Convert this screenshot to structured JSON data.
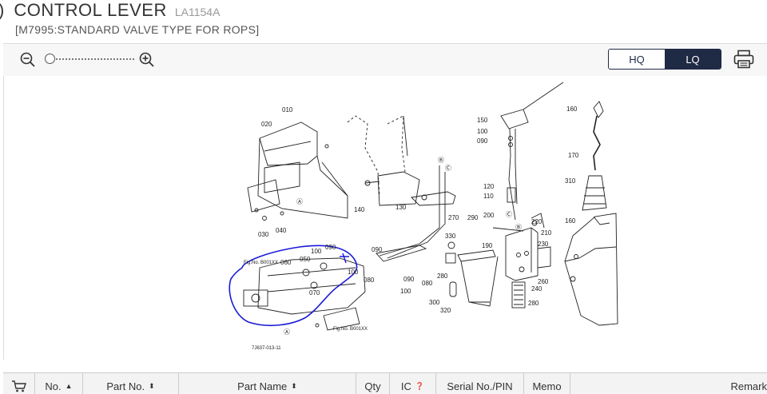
{
  "header": {
    "paren": ")",
    "title": "CONTROL LEVER",
    "code": "LA1154A",
    "subtitle": "[M7995:STANDARD VALVE TYPE FOR ROPS]"
  },
  "toolbar": {
    "zoom_out_icon": "zoom-out-icon",
    "zoom_in_icon": "zoom-in-icon",
    "zoom_level": 0,
    "quality_hq": "HQ",
    "quality_lq": "LQ",
    "selected_quality": "LQ",
    "print_icon": "printer-icon"
  },
  "diagram": {
    "labels": [
      "010",
      "020",
      "030",
      "040",
      "140",
      "130",
      "050",
      "060",
      "070",
      "080",
      "090",
      "090",
      "100",
      "100",
      "090",
      "080",
      "100",
      "300",
      "320",
      "330",
      "280",
      "290",
      "270",
      "190",
      "200",
      "120",
      "110",
      "150",
      "100",
      "090",
      "220",
      "210",
      "230",
      "260",
      "240",
      "280",
      "160",
      "170",
      "310",
      "160"
    ],
    "ref_labels": [
      "Ⓑ",
      "Ⓒ",
      "Ⓐ",
      "Ⓐ",
      "Ⓒ",
      "Ⓑ"
    ],
    "fig_no_1": "Fig.No. B001XX",
    "fig_no_2": "Fig.No. B001XX",
    "figure_code": "7J637-013-11",
    "highlight_color": "#1a1ad6"
  },
  "table": {
    "cart_icon": "cart-icon",
    "columns": [
      {
        "key": "no",
        "label": "No.",
        "sort": "▲"
      },
      {
        "key": "part_no",
        "label": "Part No.",
        "sort": "⬍"
      },
      {
        "key": "part_name",
        "label": "Part Name",
        "sort": "⬍"
      },
      {
        "key": "qty",
        "label": "Qty",
        "sort": ""
      },
      {
        "key": "ic",
        "label": "IC",
        "sort": "❓"
      },
      {
        "key": "serial",
        "label": "Serial No./PIN",
        "sort": ""
      },
      {
        "key": "memo",
        "label": "Memo",
        "sort": ""
      },
      {
        "key": "remarks",
        "label": "Remark",
        "sort": ""
      }
    ]
  }
}
